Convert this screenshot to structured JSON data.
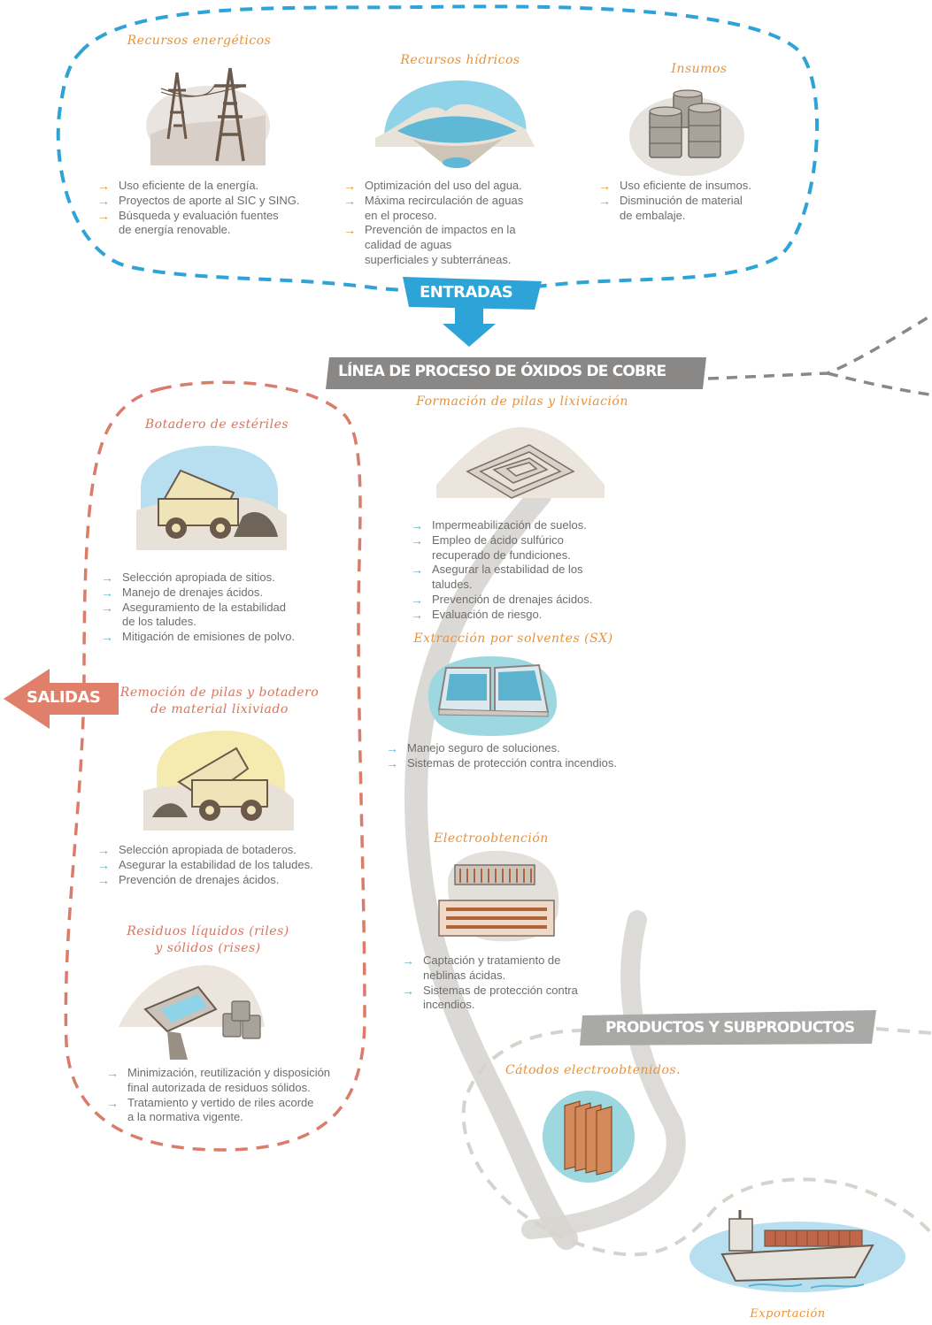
{
  "colors": {
    "entradas": "#2ea3d8",
    "salidas": "#e0806a",
    "accent_orange": "#e8923a",
    "accent_teal": "#5eb6c8",
    "process_band": "#8a8886",
    "products_band": "#a9a9a7"
  },
  "banners": {
    "entradas": "ENTRADAS",
    "linea": "LÍNEA DE PROCESO DE ÓXIDOS DE COBRE",
    "salidas": "SALIDAS",
    "productos": "PRODUCTOS Y SUBPRODUCTOS"
  },
  "entradas": {
    "energeticos": {
      "title": "Recursos energéticos",
      "icon": "power-tower-icon",
      "items": [
        "Uso eficiente de la energía.",
        "Proyectos de aporte al SIC y SING.",
        "Búsqueda y evaluación fuentes",
        "de energía renovable."
      ]
    },
    "hidricos": {
      "title": "Recursos hídricos",
      "icon": "water-reservoir-icon",
      "items": [
        "Optimización del uso del agua.",
        "Máxima recirculación de aguas",
        "en el proceso.",
        "Prevención de impactos en la",
        "calidad de aguas",
        "superficiales y subterráneas."
      ]
    },
    "insumos": {
      "title": "Insumos",
      "icon": "barrels-icon",
      "items": [
        "Uso eficiente de insumos.",
        "Disminución de material",
        "de embalaje."
      ]
    }
  },
  "salidas": {
    "botadero": {
      "title": "Botadero de estériles",
      "icon": "dump-truck-icon",
      "items": [
        "Selección apropiada de sitios.",
        "Manejo de drenajes ácidos.",
        "Aseguramiento de la estabilidad",
        "de los taludes.",
        "Mitigación de emisiones de polvo."
      ]
    },
    "remocion": {
      "title_line1": "Remoción de pilas y botadero",
      "title_line2": "de material lixiviado",
      "icon": "dump-truck-icon",
      "items": [
        "Selección apropiada de botaderos.",
        "Asegurar la estabilidad de los taludes.",
        "Prevención de drenajes ácidos."
      ]
    },
    "residuos": {
      "title_line1": "Residuos líquidos (riles)",
      "title_line2": "y sólidos (rises)",
      "icon": "waste-container-icon",
      "items": [
        "Minimización, reutilización y disposición",
        "final autorizada de residuos sólidos.",
        "Tratamiento y vertido de riles acorde",
        "a la normativa vigente."
      ]
    }
  },
  "proceso": {
    "pilas": {
      "title": "Formación de pilas y lixiviación",
      "icon": "leach-pile-icon",
      "items": [
        "Impermeabilización de suelos.",
        "Empleo de ácido sulfúrico",
        "recuperado de fundiciones.",
        "Asegurar la estabilidad de los",
        "taludes.",
        "Prevención de drenajes ácidos.",
        "Evaluación de riesgo."
      ]
    },
    "sx": {
      "title": "Extracción por solventes (SX)",
      "icon": "sx-tanks-icon",
      "items": [
        "Manejo seguro de soluciones.",
        "Sistemas de protección contra incendios."
      ]
    },
    "ew": {
      "title": "Electroobtención",
      "icon": "electrowinning-cell-icon",
      "items": [
        "Captación y tratamiento de",
        "neblinas ácidas.",
        "Sistemas de protección contra",
        "incendios."
      ]
    }
  },
  "productos": {
    "catodos": {
      "title": "Cátodos electroobtenidos.",
      "icon": "cathode-plates-icon"
    },
    "exportacion": {
      "title": "Exportación",
      "icon": "cargo-ship-icon"
    }
  }
}
